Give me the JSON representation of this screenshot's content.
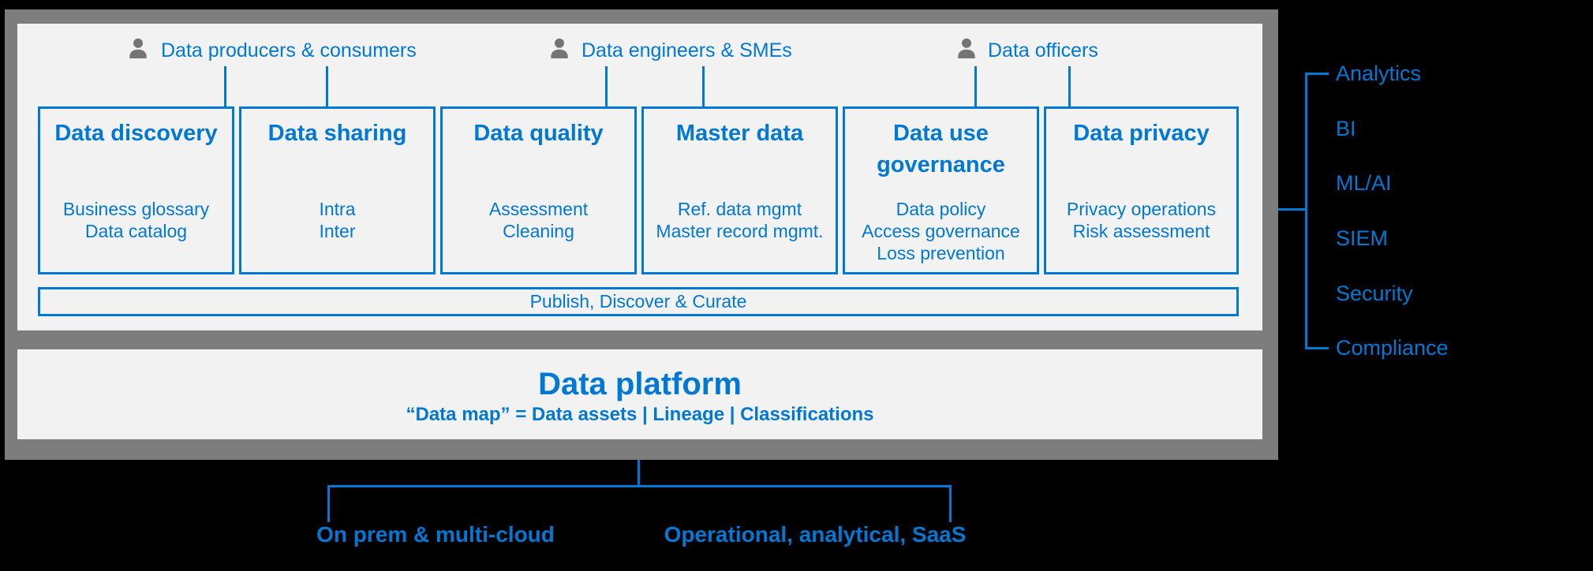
{
  "colors": {
    "accent": "#0078d4",
    "frame_gray": "#7d7d7d",
    "panel_gray": "#f2f2f2",
    "background": "#000000",
    "icon_gray": "#757575"
  },
  "personas": [
    {
      "label": "Data producers & consumers"
    },
    {
      "label": "Data engineers & SMEs"
    },
    {
      "label": "Data officers"
    }
  ],
  "boxes": [
    {
      "title": "Data discovery",
      "items": [
        "Business glossary",
        "Data catalog"
      ]
    },
    {
      "title": "Data sharing",
      "items": [
        "Intra",
        "Inter"
      ]
    },
    {
      "title": "Data quality",
      "items": [
        "Assessment",
        "Cleaning"
      ]
    },
    {
      "title": "Master data",
      "items": [
        "Ref. data mgmt",
        "Master record mgmt."
      ]
    },
    {
      "title": "Data use governance",
      "items": [
        "Data policy",
        "Access governance",
        "Loss prevention"
      ]
    },
    {
      "title": "Data privacy",
      "items": [
        "Privacy operations",
        "Risk assessment"
      ]
    }
  ],
  "publish_bar": {
    "label": "Publish, Discover & Curate"
  },
  "platform": {
    "title": "Data platform",
    "subtitle": "“Data map” = Data assets | Lineage | Classifications"
  },
  "consumers": [
    "Analytics",
    "BI",
    "ML/AI",
    "SIEM",
    "Security",
    "Compliance"
  ],
  "sources": [
    "On prem & multi-cloud",
    "Operational, analytical, SaaS"
  ]
}
